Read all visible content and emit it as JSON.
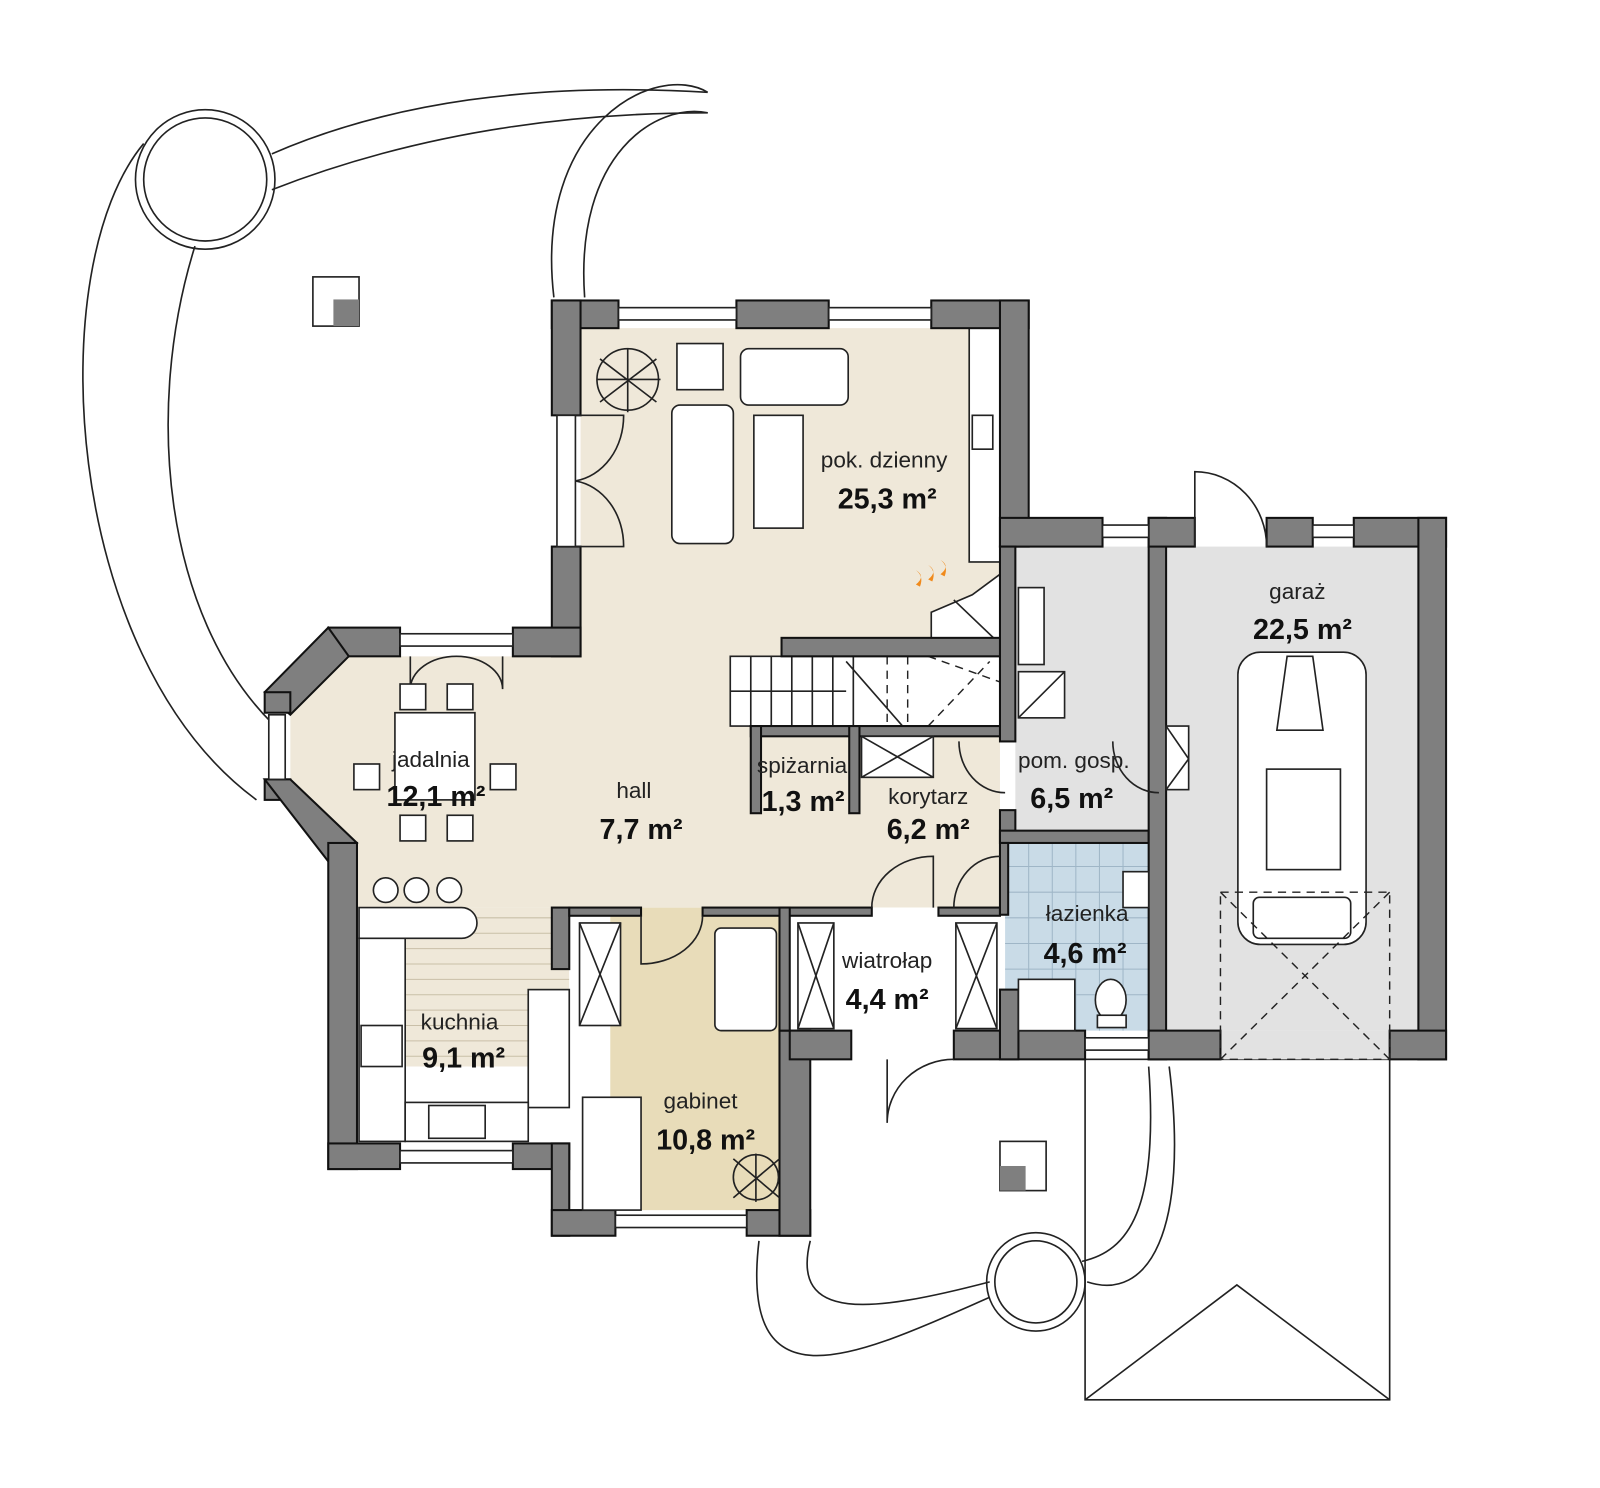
{
  "colors": {
    "wall": "#7f7f7f",
    "living_floor": "#efe8d9",
    "utility_floor": "#e2e2e2",
    "bathroom_floor": "#c9dbe7",
    "office_floor": "#e8dcb9",
    "kitchen_floor": "#efe8d9",
    "fireplace": "#f08a1c"
  },
  "rooms": [
    {
      "id": "pokoj-dzienny",
      "name": "pok. dzienny",
      "area": "25,3 m²"
    },
    {
      "id": "hall",
      "name": "hall",
      "area": "7,7 m²"
    },
    {
      "id": "jadalnia",
      "name": "jadalnia",
      "area": "12,1 m²"
    },
    {
      "id": "spizarnia",
      "name": "spiżarnia",
      "area": "1,3 m²"
    },
    {
      "id": "korytarz",
      "name": "korytarz",
      "area": "6,2 m²"
    },
    {
      "id": "pom-gosp",
      "name": "pom. gosp.",
      "area": "6,5 m²"
    },
    {
      "id": "lazienka",
      "name": "łazienka",
      "area": "4,6 m²"
    },
    {
      "id": "wiatrolap",
      "name": "wiatrołap",
      "area": "4,4 m²"
    },
    {
      "id": "kuchnia",
      "name": "kuchnia",
      "area": "9,1 m²"
    },
    {
      "id": "gabinet",
      "name": "gabinet",
      "area": "10,8 m²"
    },
    {
      "id": "garaz",
      "name": "garaż",
      "area": "22,5 m²"
    }
  ]
}
